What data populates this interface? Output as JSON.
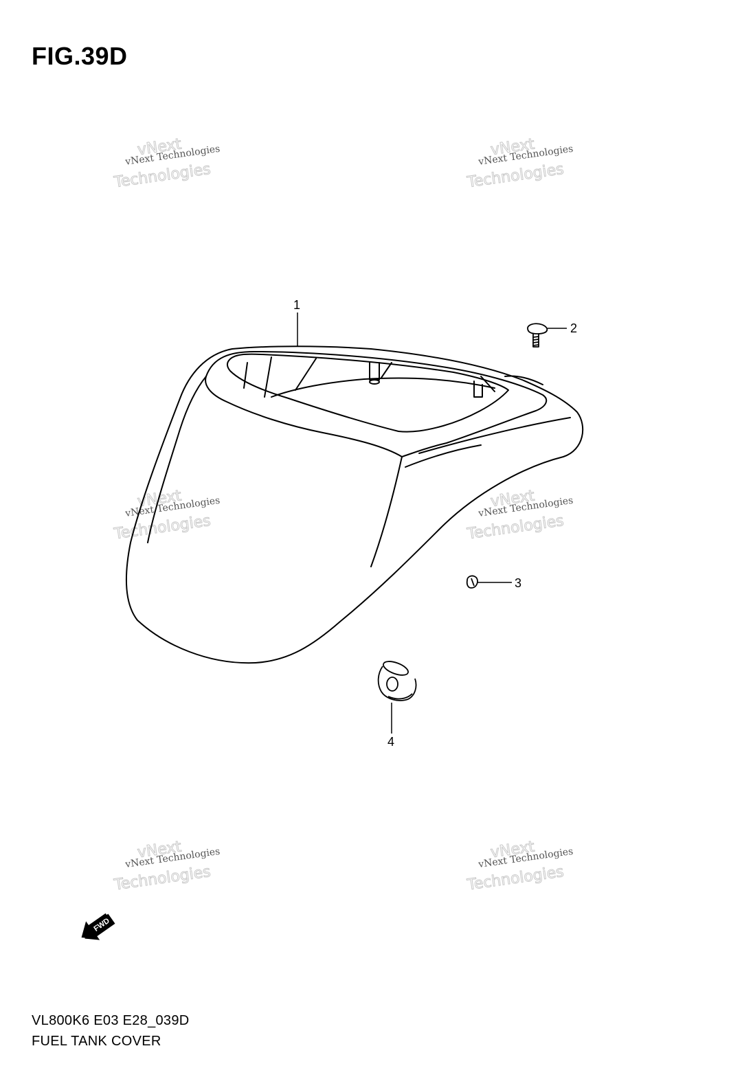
{
  "figure": {
    "title": "FIG.39D"
  },
  "callouts": [
    {
      "number": "1"
    },
    {
      "number": "2"
    },
    {
      "number": "3"
    },
    {
      "number": "4"
    }
  ],
  "watermark": {
    "small_text": "vNext Technologies",
    "big_text_top": "vNext",
    "big_text_bottom": "Technologies"
  },
  "fwd_badge": {
    "label": "FWD"
  },
  "footer": {
    "model_code": "VL800K6 E03 E28_039D",
    "part_group": "FUEL TANK COVER"
  }
}
